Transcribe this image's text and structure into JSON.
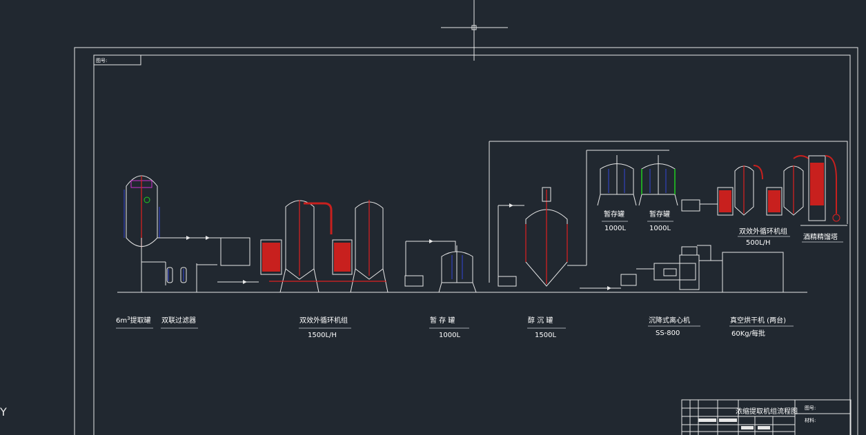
{
  "drawing": {
    "stamp_top_left": "图号:",
    "axis_y": "Y",
    "title_block": {
      "title": "浓缩提取机组流程图",
      "field_drawing_no": "图号:",
      "field_material": "材料:"
    }
  },
  "equipment": {
    "extraction_tank": {
      "label_pre": "6m",
      "label_sup": "3",
      "label_post": "提取罐"
    },
    "twin_filter": {
      "label": "双联过滤器"
    },
    "double_effect_lower": {
      "label": "双效外循环机组",
      "spec": "1500L/H"
    },
    "storage_tank_lower": {
      "label": "暂 存 罐",
      "spec": "1000L"
    },
    "alcohol_precip_tank": {
      "label": "醇 沉 罐",
      "spec": "1500L"
    },
    "centrifuge": {
      "label": "沉降式离心机",
      "model": "SS-800"
    },
    "vacuum_dryer": {
      "label": "真空烘干机 (两台)",
      "spec": "60Kg/每批"
    },
    "storage_tank_upper_1": {
      "label": "暂存罐",
      "spec": "1000L"
    },
    "storage_tank_upper_2": {
      "label": "暂存罐",
      "spec": "1000L"
    },
    "double_effect_upper": {
      "label": "双效外循环机组",
      "spec": "500L/H"
    },
    "alcohol_recovery": {
      "label": "酒精精馏塔"
    }
  }
}
